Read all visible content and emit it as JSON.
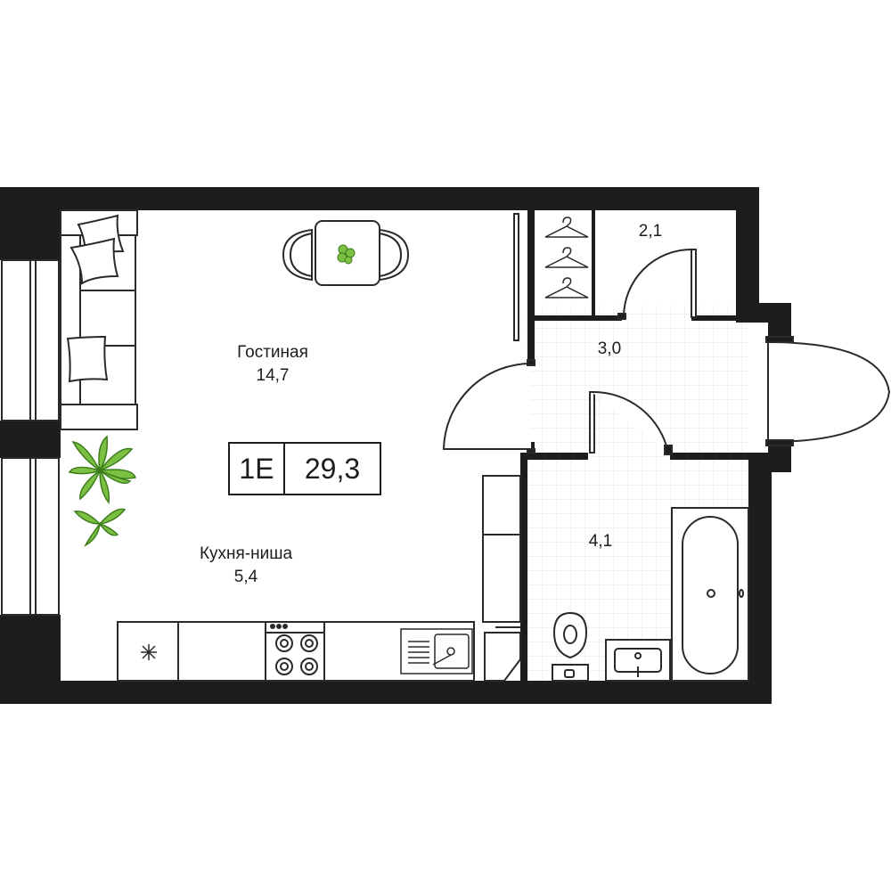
{
  "apartment": {
    "type_code": "1E",
    "total_area": "29,3"
  },
  "rooms": [
    {
      "id": "living",
      "name": "Гостиная",
      "area": "14,7"
    },
    {
      "id": "kitchen",
      "name": "Кухня-ниша",
      "area": "5,4"
    },
    {
      "id": "wardrobe",
      "name": "",
      "area": "2,1"
    },
    {
      "id": "hall",
      "name": "",
      "area": "3,0"
    },
    {
      "id": "bathroom",
      "name": "",
      "area": "4,1"
    }
  ],
  "colors": {
    "wall": "#1d1d1d",
    "line": "#2a2a2a",
    "plant": "#7bc043",
    "plant_dark": "#3d7d1c",
    "background": "#ffffff",
    "tile": "#e6e6e6"
  },
  "icons": [
    "sofa",
    "pillow-icon",
    "dining-table",
    "chair",
    "plant-icon",
    "wardrobe-hanger-icon",
    "door-swing",
    "kitchen-counter",
    "fan-icon",
    "stove-icon",
    "sink-icon",
    "toilet-icon",
    "washbasin-icon",
    "bathtub-icon",
    "washing-machine",
    "window"
  ]
}
